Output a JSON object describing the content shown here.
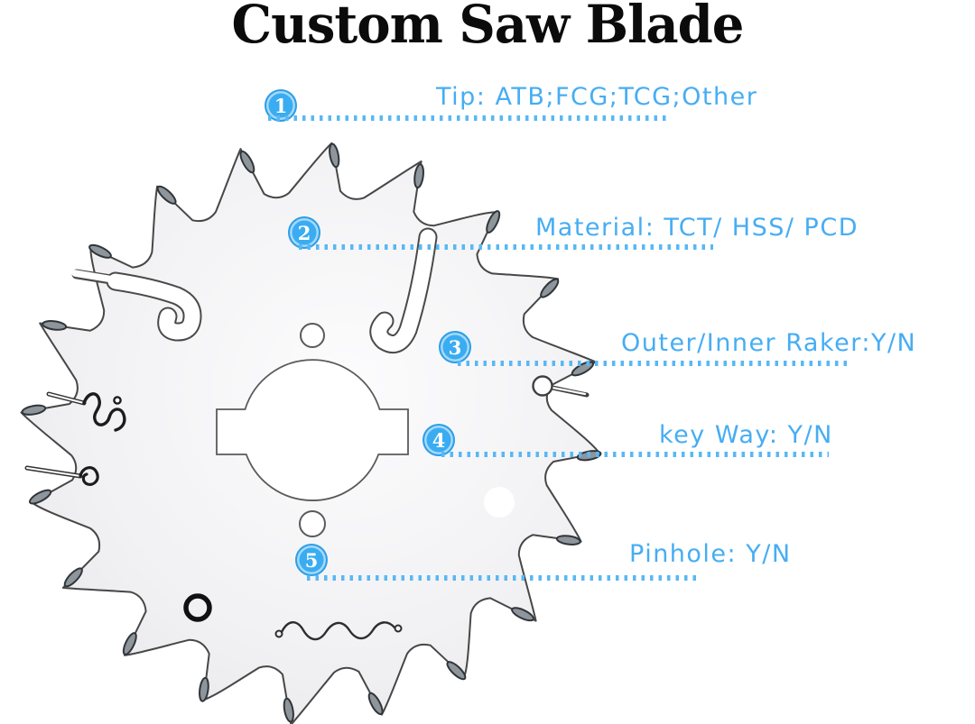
{
  "title": "Custom Saw Blade",
  "diagram": {
    "teeth_count": 20
  },
  "callouts": [
    {
      "number": "1",
      "label": "Tip: ATB;FCG;TCG;Other"
    },
    {
      "number": "2",
      "label": "Material: TCT/ HSS/ PCD"
    },
    {
      "number": "3",
      "label": "Outer/Inner Raker:Y/N"
    },
    {
      "number": "4",
      "label": "key Way: Y/N"
    },
    {
      "number": "5",
      "label": "Pinhole: Y/N"
    }
  ],
  "colors": {
    "badge_blue": "#3aacf1",
    "label_blue": "#46adf3",
    "leader_blue": "#58b8f4",
    "title_black": "#0b0b0b",
    "blade_outline": "#474747",
    "carbide_tip": "#8e959b"
  }
}
